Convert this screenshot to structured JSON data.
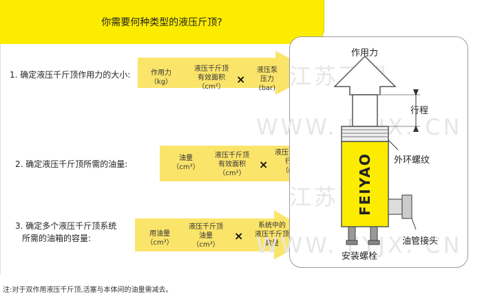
{
  "header": {
    "title": "你需要何种类型的液压斤顶?"
  },
  "rows": [
    {
      "label": "1. 确定液压千斤顶作用力的大小:",
      "terms": [
        [
          "作用力",
          "（kg）"
        ],
        [
          "液压千斤顶",
          "有效面积",
          "（cm²）"
        ],
        [
          "液压泵",
          "压力",
          "(bar)"
        ]
      ]
    },
    {
      "label": "2. 确定液压千斤顶所需的油量:",
      "terms": [
        [
          "油量",
          "（cm³）"
        ],
        [
          "液压千斤顶",
          "有效面积",
          "（cm²）"
        ],
        [
          "液压千斤顶",
          "行程",
          "（㎜）"
        ]
      ]
    },
    {
      "label_lines": [
        "3. 确定多个液压千斤顶系统",
        "所需的油箱的容量:"
      ],
      "terms": [
        [
          "用油量",
          "（cm³）"
        ],
        [
          "液压千斤顶",
          "油量",
          "（cm³）"
        ],
        [
          "系统中的",
          "液压千斤顶",
          "数量"
        ]
      ]
    }
  ],
  "operator": "×",
  "diagram": {
    "force_label": "作用力",
    "stroke_label": "行程",
    "thread_label": "外环螺纹",
    "port_label": "油管接头",
    "mount_label": "安装螺栓",
    "brand": "FEIYAO",
    "watermark_text": "江苏飞耀",
    "watermark_url": "WWW. FYJX. CN",
    "colors": {
      "yellow": "#fcec00",
      "band": "#fbe46a"
    }
  },
  "footnote": "注:对于双作用液压千斤顶,活塞与本体间的油量需减去。"
}
